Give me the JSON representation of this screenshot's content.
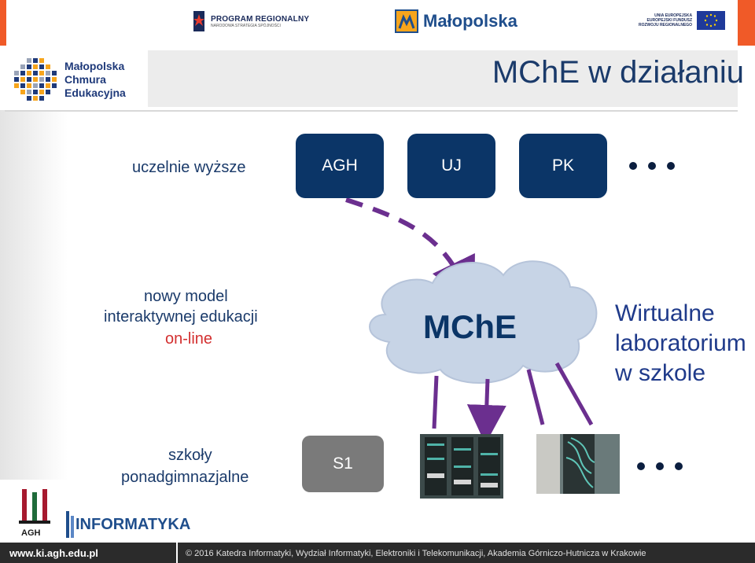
{
  "top_logos": {
    "program": {
      "main": "PROGRAM REGIONALNY",
      "sub": "NARODOWA STRATEGIA SPÓJNOŚCI"
    },
    "malopolska": "Małopolska",
    "eu": {
      "line1": "UNIA EUROPEJSKA",
      "line2": "EUROPEJSKI FUNDUSZ",
      "line3": "ROZWOJU REGIONALNEGO"
    }
  },
  "brand": {
    "line1": "Małopolska",
    "line2": "Chmura",
    "line3": "Edukacyjna"
  },
  "slide": {
    "title": "MChE w działaniu",
    "universities_label": "uczelnie wyższe",
    "universities": [
      "AGH",
      "UJ",
      "PK"
    ],
    "model_line1": "nowy model",
    "model_line2": "interaktywnej edukacji",
    "model_line3": "on-line",
    "cloud_label": "MChE",
    "virtual_line1": "Wirtualne",
    "virtual_line2": "laboratorium",
    "virtual_line3": "w szkole",
    "schools_line1": "szkoły",
    "schools_line2": "ponadgimnazjalne",
    "school_box": "S1"
  },
  "footer": {
    "agh": "AGH",
    "informatyka": "INFORMATYKA",
    "url": "www.ki.agh.edu.pl",
    "copyright": "© 2016 Katedra Informatyki, Wydział Informatyki, Elektroniki i Telekomunikacji, Akademia Górniczo-Hutnicza w Krakowie"
  },
  "colors": {
    "navy": "#0b3567",
    "arrow": "#6b2f8f",
    "accent": "#f05a28",
    "red_text": "#d32f2f"
  }
}
